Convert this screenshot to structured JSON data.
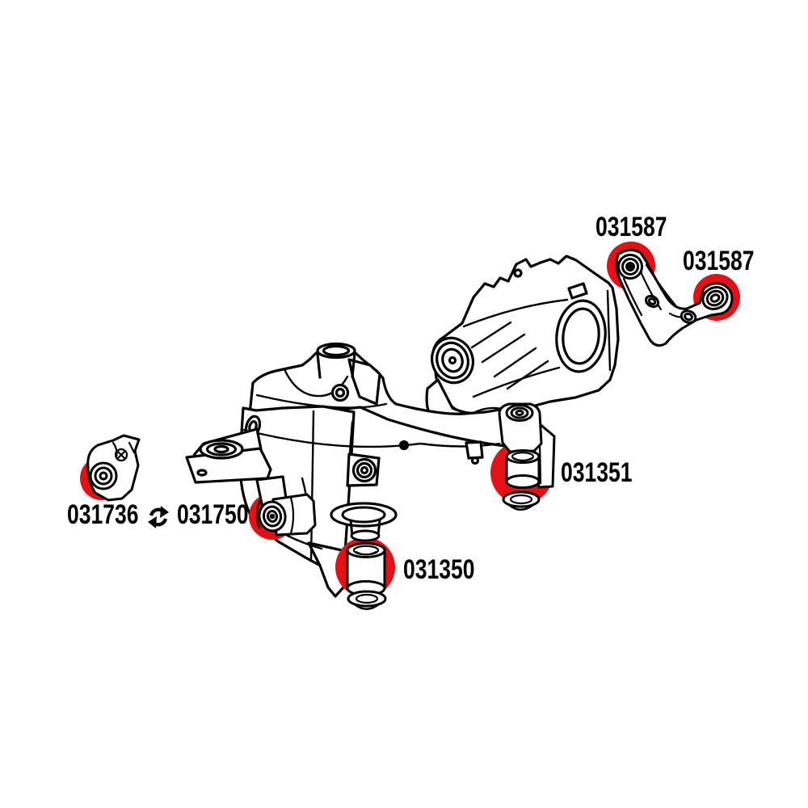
{
  "page": {
    "background": "#ffffff",
    "description": "Rear differential and subframe polyurethane bushing parts diagram with red highlighted mounting points"
  },
  "colors": {
    "highlight_red": "#e60f15",
    "line": "#000000",
    "part_fill": "#ffffff"
  },
  "labels": {
    "part587_upper": "031587",
    "part587_lower": "031587",
    "part351": "031351",
    "part350": "031350",
    "part736": "031736",
    "part750": "031750"
  },
  "icons": {
    "swap_icon_name": "swap-arrows-icon",
    "swap_icon_glyph": "⇄"
  },
  "part_numbers_visible": [
    "031587",
    "031587",
    "031351",
    "031350",
    "031736",
    "031750"
  ]
}
